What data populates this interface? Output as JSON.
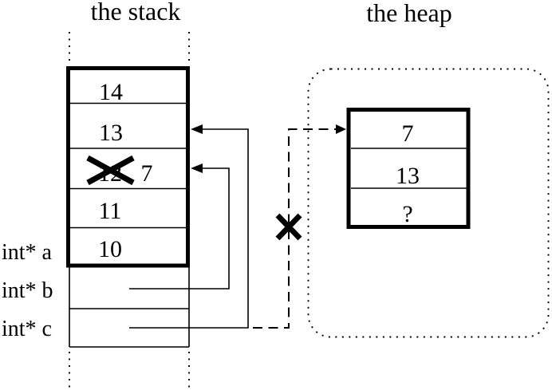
{
  "titles": {
    "stack": "the stack",
    "heap": "the heap"
  },
  "stack": {
    "cells": [
      {
        "value": "14"
      },
      {
        "value": "13"
      },
      {
        "old_value": "12",
        "value": "7",
        "old_value_crossed_out": true
      },
      {
        "value": "11"
      },
      {
        "value": "10"
      }
    ],
    "empty_cells_below": 2
  },
  "pointer_labels": {
    "a": "int* a",
    "b": "int* b",
    "c": "int* c"
  },
  "heap": {
    "cells": [
      {
        "value": "7"
      },
      {
        "value": "13"
      },
      {
        "value": "?"
      }
    ],
    "dashed_pointer_crossed_out": true
  },
  "colors": {
    "ink": "#000000",
    "background": "#ffffff"
  }
}
